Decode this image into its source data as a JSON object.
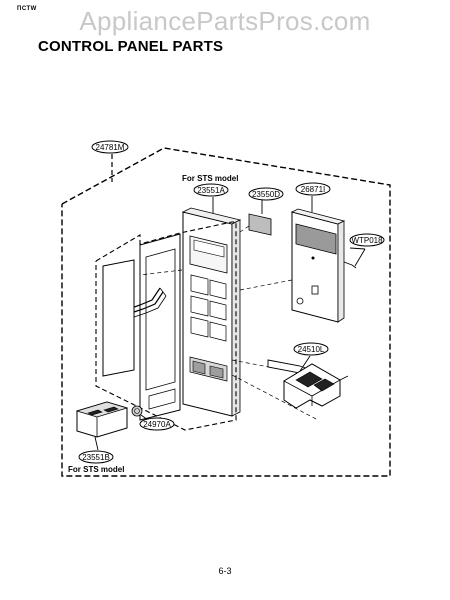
{
  "header": {
    "corner_mark": "ПСТW",
    "watermark": "AppliancePartsPros.com",
    "title": "CONTROL PANEL PARTS"
  },
  "diagram": {
    "callouts": {
      "assembly": "24781M",
      "panel_sts": "23551A",
      "window_sheet": "23550D",
      "pcb": "26871I",
      "wire_harness": "WTP018",
      "bracket": "24510L",
      "spring": "24970A",
      "button_sts": "23551B"
    },
    "notes": {
      "top_sts": "For STS model",
      "bottom_sts": "For STS model"
    }
  },
  "footer": {
    "page_number": "6-3"
  }
}
